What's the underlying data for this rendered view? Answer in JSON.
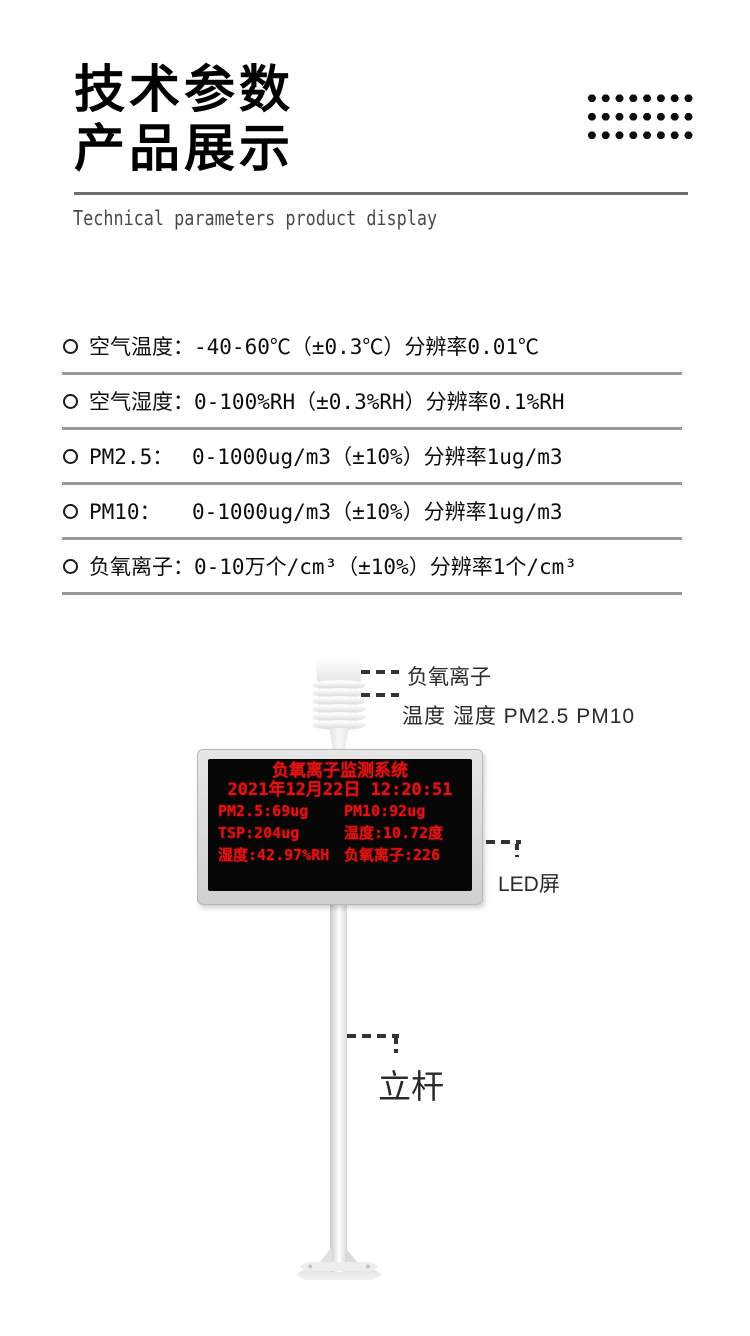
{
  "header": {
    "title_line1": "技术参数",
    "title_line2": "产品展示",
    "subtitle": "Technical parameters product display"
  },
  "specs": {
    "rows": [
      {
        "label": "空气温度：",
        "value": "-40-60℃（±0.3℃）分辨率0.01℃"
      },
      {
        "label": "空气湿度：",
        "value": "0-100%RH（±0.3%RH）分辨率0.1%RH"
      },
      {
        "label": "PM2.5：",
        "value": "0-1000ug/m3（±10%）分辨率1ug/m3"
      },
      {
        "label": "PM10：",
        "value": "0-1000ug/m3（±10%）分辨率1ug/m3"
      },
      {
        "label": "负氧离子：",
        "value": "0-10万个/cm³（±10%）分辨率1个/cm³"
      }
    ]
  },
  "device": {
    "led_screen": {
      "title": "负氧离子监测系统",
      "datetime": "2021年12月22日 12:20:51",
      "readings": [
        {
          "left": "PM2.5:69ug",
          "right": "PM10:92ug"
        },
        {
          "left": "TSP:204ug",
          "right": "温度:10.72度"
        },
        {
          "left": "湿度:42.97%RH",
          "right": "负氧离子:226"
        }
      ]
    },
    "labels": {
      "sensor_top": "负氧离子",
      "sensor_bottom": "温度 湿度 PM2.5  PM10",
      "led": "LED屏",
      "pole": "立杆"
    }
  },
  "colors": {
    "title": "#000000",
    "subtitle": "#4a4a4a",
    "rule": "#6f6f6f",
    "table_divider": "#999999",
    "led_text": "#e01212",
    "led_screen_bg": "#060606",
    "led_frame": "#d9d9d9",
    "annotation": "#2a2a2a",
    "pole": "#e8e8e8"
  }
}
